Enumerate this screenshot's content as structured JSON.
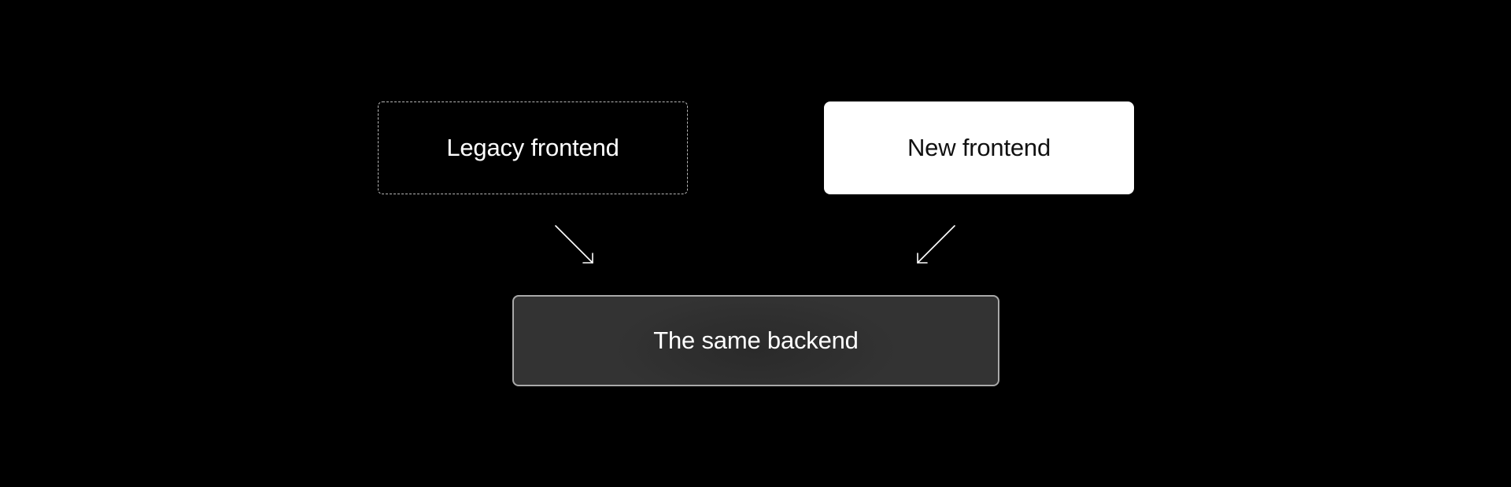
{
  "diagram": {
    "nodes": {
      "legacy_frontend": {
        "label": "Legacy frontend"
      },
      "new_frontend": {
        "label": "New frontend"
      },
      "backend": {
        "label": "The same backend"
      }
    },
    "edges": [
      {
        "from": "legacy_frontend",
        "to": "backend"
      },
      {
        "from": "new_frontend",
        "to": "backend"
      }
    ],
    "colors": {
      "background": "#000000",
      "arrow": "#ffffff",
      "legacy_border": "#b5b5b5",
      "new_frontend_fill": "#ffffff",
      "backend_fill": "#333333",
      "backend_border": "#a9a9a9"
    }
  }
}
